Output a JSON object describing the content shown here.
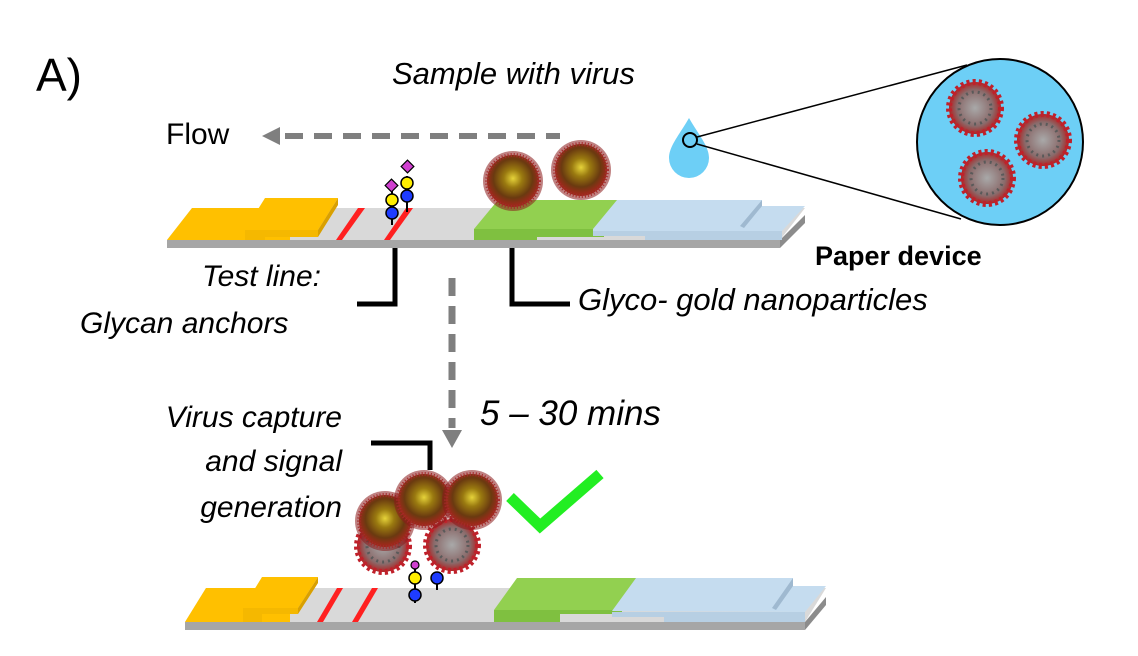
{
  "figure": {
    "panel_label": "A)",
    "sample_label": "Sample with virus",
    "flow_label": "Flow",
    "device_label": "Paper device",
    "test_line_label": [
      "Test line:",
      "Glycan anchors"
    ],
    "nanoparticle_label": "Glyco- gold nanoparticles",
    "time_label": "5 – 30 mins",
    "capture_label": [
      "Virus capture",
      "and signal",
      "generation"
    ],
    "result_icon": "checkmark-icon"
  },
  "colors": {
    "sample_pad": "#c5dcef",
    "conjugate_pad": "#92d050",
    "membrane": "#d9d9d9",
    "absorbent_pad": "#ffc000",
    "backing": "#a6a6a6",
    "test_line": "#ff2020",
    "droplet": "#6dcff6",
    "check": "#22ee22",
    "arrow": "#7f7f7f"
  }
}
